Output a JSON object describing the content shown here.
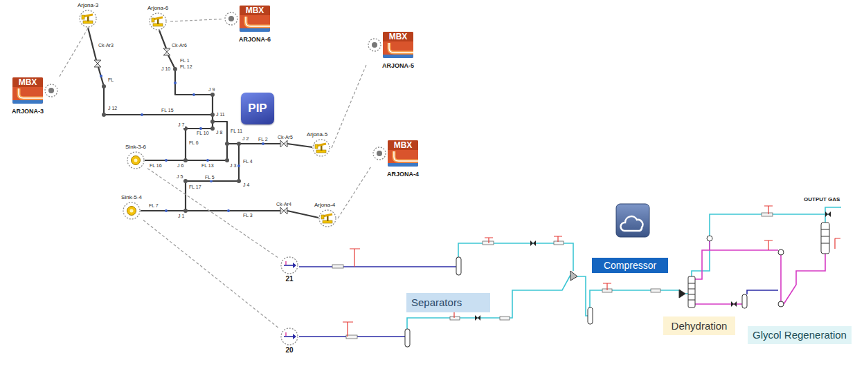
{
  "diagram": {
    "nodes": [
      {
        "text": [
          "Arjona-3"
        ]
      },
      {
        "text": [
          "Arjona-6"
        ]
      },
      {
        "text": [
          "MBX",
          "ARJONA-6"
        ]
      },
      {
        "text": [
          "MBX",
          "ARJONA-3"
        ]
      },
      {
        "text": [
          "MBX",
          "ARJONA-5"
        ]
      },
      {
        "text": [
          "PIP"
        ]
      },
      {
        "text": [
          "Arjona-5"
        ]
      },
      {
        "text": [
          "MBX",
          "ARJONA-4"
        ]
      },
      {
        "text": [
          "Sink-3-6"
        ]
      },
      {
        "text": [
          "Sink-5-4"
        ]
      },
      {
        "text": [
          "Arjona-4"
        ]
      },
      {
        "text": [
          "21"
        ]
      },
      {
        "text": [
          "Compressor"
        ]
      },
      {
        "text": [
          "Separators"
        ]
      },
      {
        "text": [
          "Dehydration"
        ]
      },
      {
        "text": [
          "Glycol Regeneration"
        ]
      },
      {
        "text": [
          "20"
        ]
      }
    ],
    "edges": [
      {
        "from": 0,
        "to": 3,
        "arrow": "none"
      },
      {
        "from": 1,
        "to": 2,
        "arrow": "none"
      },
      {
        "from": 6,
        "to": 4,
        "arrow": "none"
      },
      {
        "from": 10,
        "to": 7,
        "arrow": "none"
      },
      {
        "from": 8,
        "to": 11,
        "arrow": "none"
      },
      {
        "from": 9,
        "to": 16,
        "arrow": "none"
      }
    ],
    "labels": [
      "Ck-Ar3",
      "FL",
      "J 12",
      "FL 15",
      "Ck-Ar6",
      "FL 1",
      "FL 12",
      "J 10",
      "J 9",
      "FL 11",
      "J 11",
      "J 7",
      "J 8",
      "FL 6",
      "FL 10",
      "J 2",
      "FL 2",
      "FL 16",
      "J 6",
      "FL 13",
      "J 3",
      "FL 4",
      "J 5",
      "FL 5",
      "J 4",
      "FL 17",
      "Ck-Ar5",
      "FL 7",
      "J 1",
      "FL 3",
      "Ck-Ar4",
      "OUTPUT GAS"
    ]
  }
}
